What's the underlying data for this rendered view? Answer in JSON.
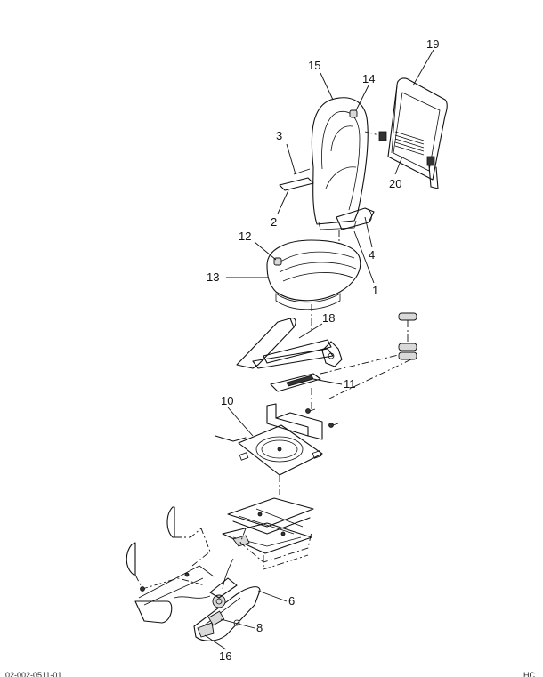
{
  "callouts": {
    "c1": "1",
    "c2": "2",
    "c3": "3",
    "c4": "4",
    "c6": "6",
    "c8": "8",
    "c10": "10",
    "c11": "11",
    "c12": "12",
    "c13": "13",
    "c14": "14",
    "c15": "15",
    "c16": "16",
    "c18": "18",
    "c19": "19",
    "c20": "20"
  },
  "footer": {
    "left_code": "02-002-0511-01",
    "right_code": "HC"
  }
}
